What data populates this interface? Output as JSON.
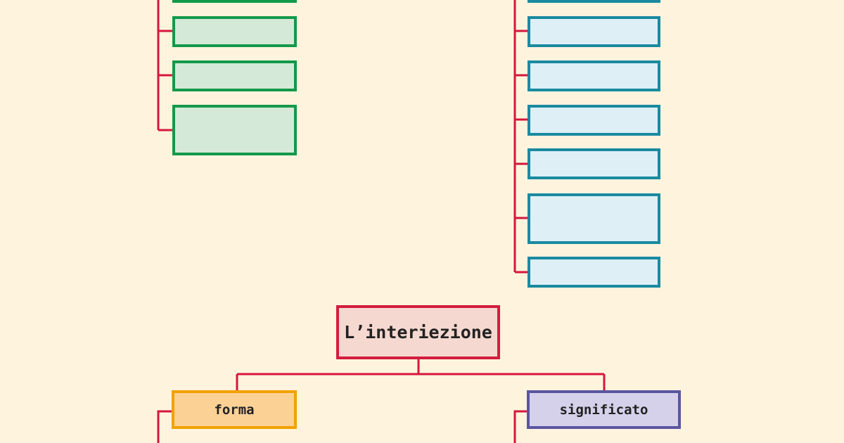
{
  "diagram": {
    "root": {
      "label": "L’interiezione"
    },
    "branches": [
      {
        "label": "forma"
      },
      {
        "label": "significato"
      }
    ]
  },
  "colors": {
    "background": "#fef4de",
    "connector": "#d6163f",
    "green": "#13994a",
    "teal": "#1a8aa0",
    "root": "#d31d3e",
    "forma": "#f2a200",
    "significato": "#5b56a0"
  }
}
